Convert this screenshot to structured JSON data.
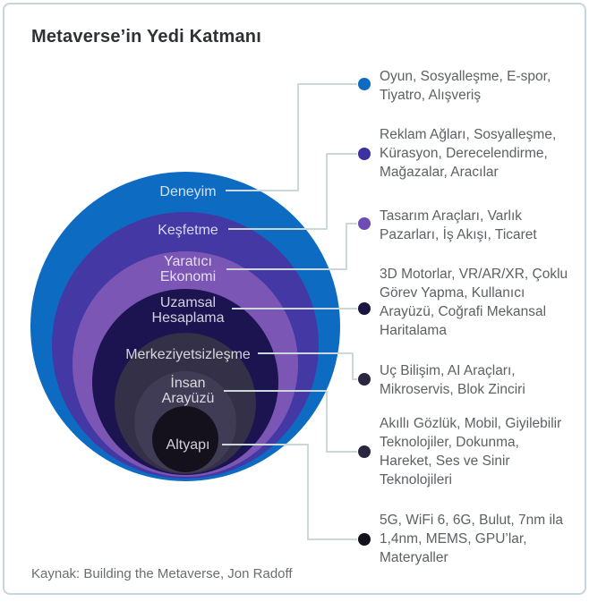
{
  "title": "Metaverse’in Yedi Katmanı",
  "source": "Kaynak: Building the Metaverse, Jon Radoff",
  "colors": {
    "card_border": "#c5d6d8",
    "connector": "#ccd7d9",
    "title_text": "#2e3234",
    "description_text": "#5d6164"
  },
  "layers": [
    {
      "name": "Deneyim",
      "label_lines": [
        "Deneyim"
      ],
      "color": "#0d6cc2",
      "dot_color": "#0d6cc2",
      "desc_lines": [
        "Oyun, Sosyalleşme, E-spor,",
        "Tiyatro, Alışveriş"
      ]
    },
    {
      "name": "Keşfetme",
      "label_lines": [
        "Keşfetme"
      ],
      "color": "#4438a5",
      "dot_color": "#3b31a1",
      "desc_lines": [
        "Reklam Ağları, Sosyalleşme,",
        "Kürasyon, Derecelendirme,",
        "Mağazalar, Aracılar"
      ]
    },
    {
      "name": "Yaratıcı Ekonomi",
      "label_lines": [
        "Yaratıcı",
        "Ekonomi"
      ],
      "color": "#7b56b4",
      "dot_color": "#6d4db3",
      "desc_lines": [
        "Tasarım Araçları, Varlık",
        "Pazarları, İş Akışı, Ticaret"
      ]
    },
    {
      "name": "Uzamsal Hesaplama",
      "label_lines": [
        "Uzamsal",
        "Hesaplama"
      ],
      "color": "#1b1450",
      "dot_color": "#1a1440",
      "desc_lines": [
        "3D Motorlar, VR/AR/XR, Çoklu",
        "Görev Yapma, Kullanıcı",
        "Arayüzü, Coğrafi Mekansal",
        "Haritalama"
      ]
    },
    {
      "name": "Merkeziyetsizleşme",
      "label_lines": [
        "Merkeziyetsizleşme"
      ],
      "color": "#343047",
      "dot_color": "#2a2640",
      "desc_lines": [
        "Uç Bilişim, AI Araçları,",
        "Mikroservis, Blok Zinciri"
      ]
    },
    {
      "name": "İnsan Arayüzü",
      "label_lines": [
        "İnsan",
        "Arayüzü"
      ],
      "color": "#403c55",
      "dot_color": "#2a2640",
      "desc_lines": [
        "Akıllı Gözlük, Mobil, Giyilebilir",
        "Teknolojiler, Dokunma,",
        "Hareket, Ses ve Sinir",
        "Teknolojileri"
      ]
    },
    {
      "name": "Altyapı",
      "label_lines": [
        "Altyapı"
      ],
      "color": "#14111d",
      "dot_color": "#12101a",
      "desc_lines": [
        "5G, WiFi 6, 6G, Bulut, 7nm ila",
        "1,4nm, MEMS, GPU’lar,",
        "Materyaller"
      ]
    }
  ]
}
